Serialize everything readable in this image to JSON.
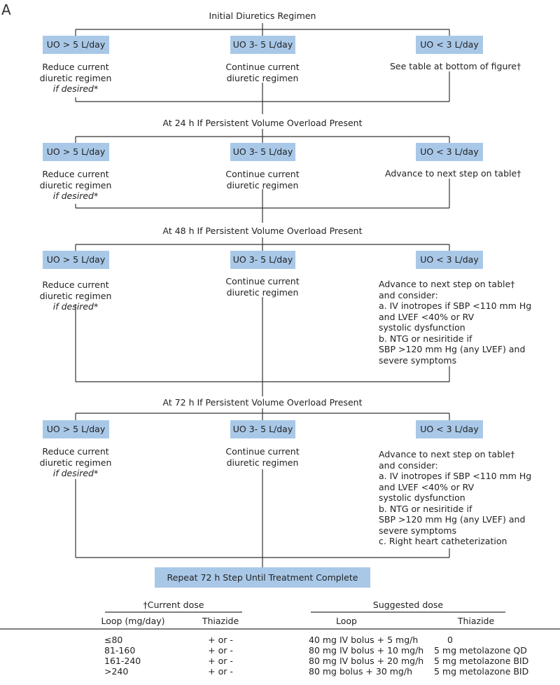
{
  "panel_label": "A",
  "initial_title": "Initial Diuretics Regimen",
  "steps": [
    {
      "heading": "",
      "boxes": [
        "UO > 5 L/day",
        "UO 3- 5 L/day",
        "UO < 3 L/day"
      ],
      "left_text": [
        "Reduce current",
        "diuretic regimen"
      ],
      "left_note": "if desired*",
      "mid_text": [
        "Continue current",
        "diuretic regimen"
      ],
      "right_text": [
        "See table at bottom of figure†"
      ]
    },
    {
      "heading": "At 24 h If Persistent Volume Overload Present",
      "boxes": [
        "UO > 5 L/day",
        "UO 3- 5 L/day",
        "UO < 3 L/day"
      ],
      "left_text": [
        "Reduce current",
        "diuretic regimen"
      ],
      "left_note": "if desired*",
      "mid_text": [
        "Continue current",
        "diuretic regimen"
      ],
      "right_text": [
        "Advance to next step on table†"
      ]
    },
    {
      "heading": "At 48 h If Persistent Volume Overload Present",
      "boxes": [
        "UO > 5 L/day",
        "UO 3- 5 L/day",
        "UO < 3 L/day"
      ],
      "left_text": [
        "Reduce current",
        "diuretic regimen"
      ],
      "left_note": "if desired*",
      "mid_text": [
        "Continue current",
        "diuretic regimen"
      ],
      "right_text": [
        "Advance to next step on table†",
        "and consider:",
        "a.  IV inotropes if SBP <110 mm Hg",
        "and LVEF <40% or RV",
        "systolic dysfunction",
        "b.  NTG or nesiritide if",
        "SBP >120 mm Hg (any LVEF) and",
        "severe symptoms"
      ]
    },
    {
      "heading": "At 72 h If Persistent Volume Overload Present",
      "boxes": [
        "UO > 5 L/day",
        "UO 3- 5 L/day",
        "UO < 3 L/day"
      ],
      "left_text": [
        "Reduce current",
        "diuretic regimen"
      ],
      "left_note": "if desired*",
      "mid_text": [
        "Continue current",
        "diuretic regimen"
      ],
      "right_text": [
        "Advance to next step on table†",
        "and consider:",
        "a.  IV inotropes if SBP <110 mm Hg",
        "and LVEF <40% or RV",
        "systolic dysfunction",
        "b.  NTG or nesiritide if",
        "SBP >120 mm Hg (any LVEF) and",
        "severe symptoms",
        "c.  Right heart catheterization"
      ]
    }
  ],
  "repeat_box": "Repeat 72 h Step Until Treatment Complete",
  "table": {
    "current_header": "†Current dose",
    "suggested_header": "Suggested dose",
    "columns": [
      "Loop (mg/day)",
      "Thiazide",
      "Loop",
      "Thiazide"
    ],
    "rows": [
      [
        "≤80",
        "+ or -",
        "40 mg IV bolus + 5 mg/h",
        "0"
      ],
      [
        "81-160",
        "+ or -",
        "80 mg IV bolus + 10 mg/h",
        "5 mg metolazone QD"
      ],
      [
        "161-240",
        "+ or -",
        "80 mg IV bolus + 20 mg/h",
        "5 mg metolazone BID"
      ],
      [
        ">240",
        "+ or -",
        "80 mg bolus + 30 mg/h",
        "5 mg metolazone BID"
      ]
    ]
  }
}
